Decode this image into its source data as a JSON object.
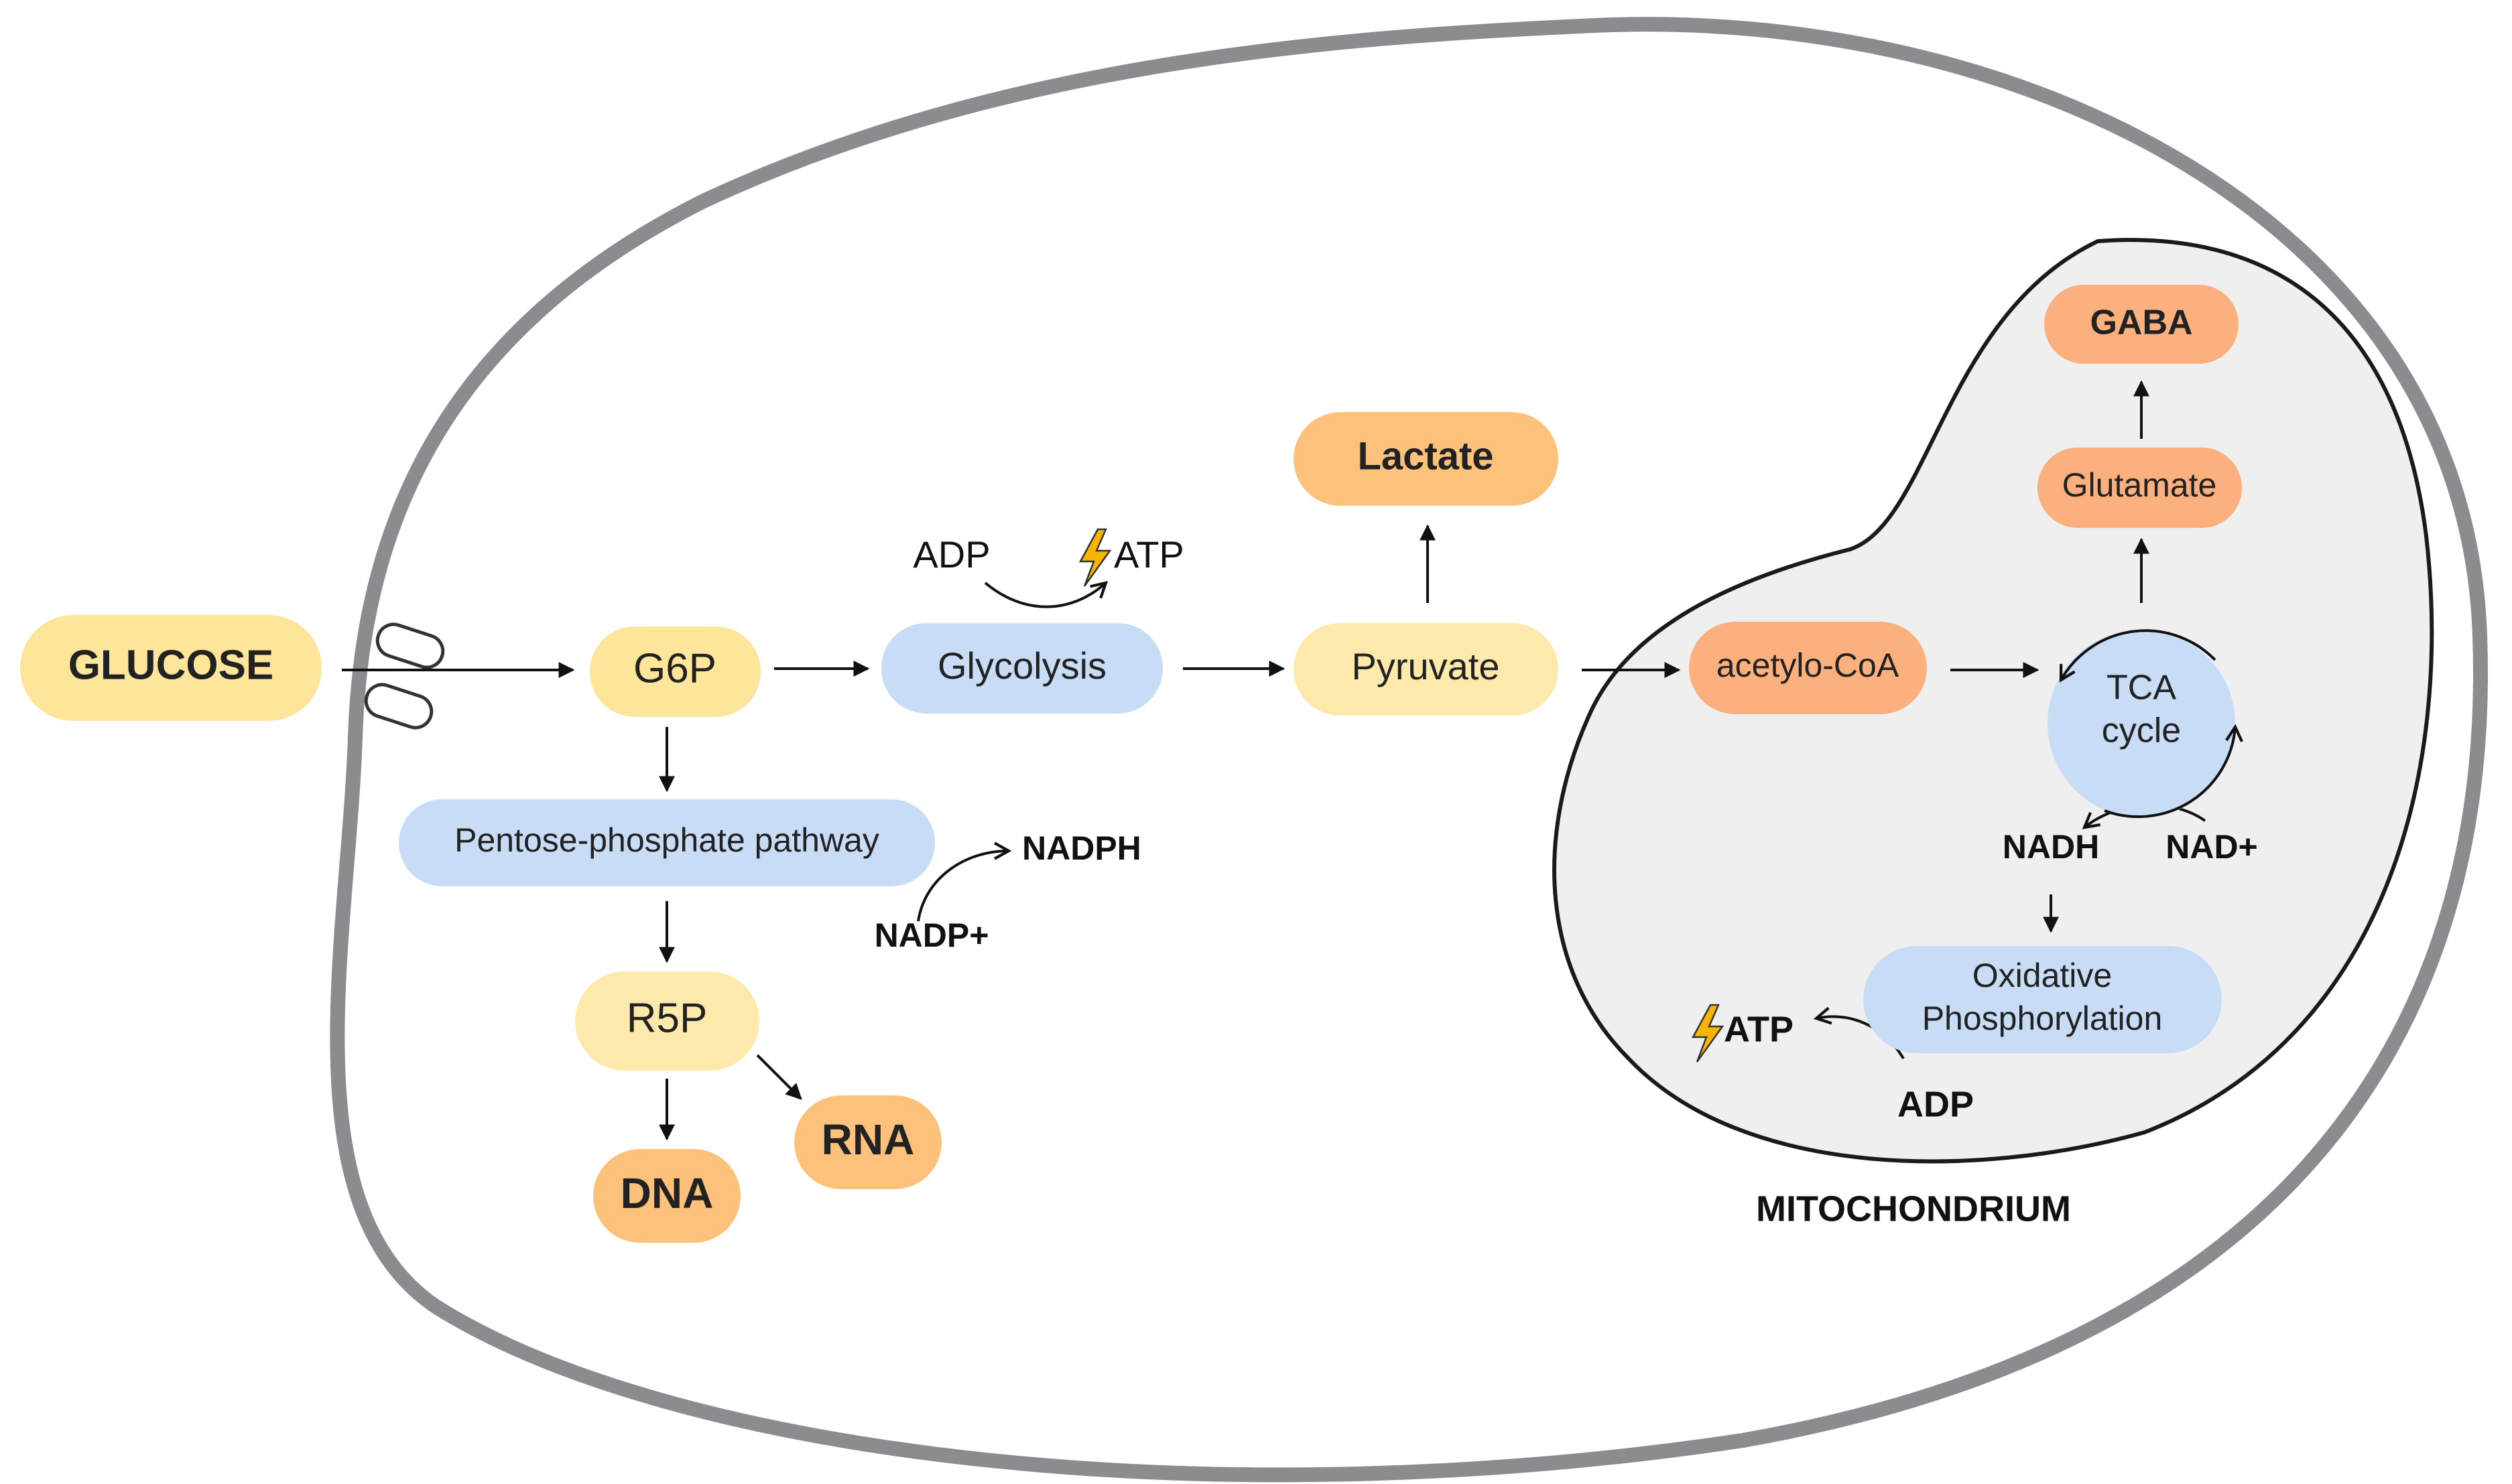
{
  "colors": {
    "cell_membrane": "#8c8c8f",
    "mitochondrion_fill": "#efeff0",
    "mitochondrion_stroke": "#1a1a1a",
    "yellow_node": "#fde59a",
    "pale_yellow_node": "#fde9a9",
    "blue_node": "#c8dcf6",
    "orange_node": "#fcc17a",
    "deep_orange_node": "#fbb07d",
    "arrow": "#111111",
    "lightning": "#f7b500"
  },
  "icons": {
    "transporter": "glucose-transporter-icon",
    "energy": "lightning-bolt-icon"
  },
  "nodes": {
    "glucose": "GLUCOSE",
    "g6p": "G6P",
    "glycolysis": "Glycolysis",
    "pyruvate": "Pyruvate",
    "lactate": "Lactate",
    "ppp": "Pentose-phosphate pathway",
    "r5p": "R5P",
    "dna": "DNA",
    "rna": "RNA",
    "acetyl_coa": "acetylo-CoA",
    "tca_line1": "TCA",
    "tca_line2": "cycle",
    "glutamate": "Glutamate",
    "gaba": "GABA",
    "oxphos_line1": "Oxidative",
    "oxphos_line2": "Phosphorylation"
  },
  "cofactors": {
    "glycolysis_in": "ADP",
    "glycolysis_out": "ATP",
    "ppp_in": "NADP+",
    "ppp_out": "NADPH",
    "tca_in": "NAD+",
    "tca_out": "NADH",
    "oxphos_in": "ADP",
    "oxphos_out": "ATP"
  },
  "labels": {
    "mitochondrion": "MITOCHONDRIUM"
  }
}
